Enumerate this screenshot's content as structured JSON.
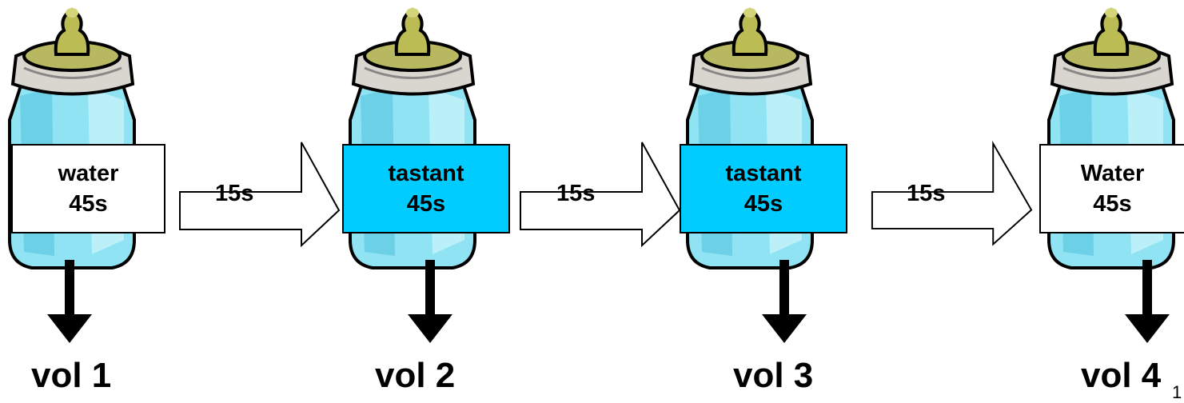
{
  "steps": [
    {
      "substance": "water",
      "duration": "45s",
      "volume": "vol 1",
      "box_color": "#ffffff"
    },
    {
      "substance": "tastant",
      "duration": "45s",
      "volume": "vol 2",
      "box_color": "#00ccff"
    },
    {
      "substance": "tastant",
      "duration": "45s",
      "volume": "vol 3",
      "box_color": "#00ccff"
    },
    {
      "substance": "Water",
      "duration": "45s",
      "volume": "vol 4",
      "box_color": "#ffffff"
    }
  ],
  "intervals": [
    {
      "label": "15s"
    },
    {
      "label": "15s"
    },
    {
      "label": "15s"
    }
  ],
  "page_number": "1",
  "icons": {
    "bottle": "baby-bottle-icon",
    "interval_arrow": "right-arrow-icon",
    "volume_arrow": "down-arrow-icon"
  }
}
